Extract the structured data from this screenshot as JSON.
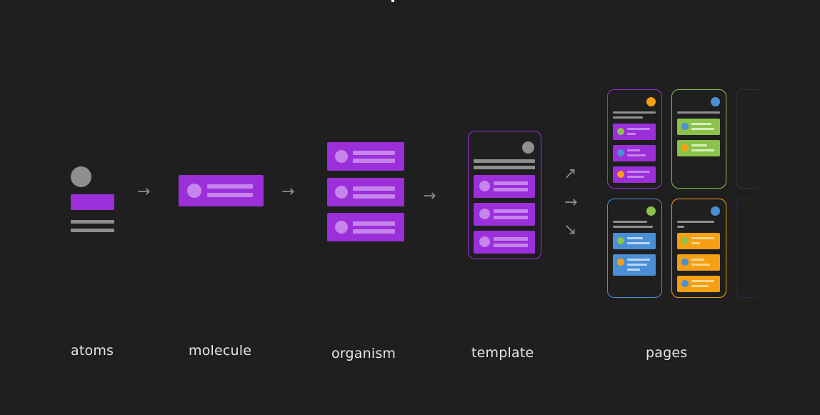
{
  "stages": {
    "atoms": "atoms",
    "molecule": "molecule",
    "organism": "organism",
    "template": "template",
    "pages": "pages"
  },
  "colors": {
    "background": "#1f1f1f",
    "atom_gray": "#8f8f8f",
    "purple": "#9b2fd9",
    "purple_light": "#c685ea",
    "green": "#8bc34a",
    "blue": "#4a8fd6",
    "orange": "#f5a012",
    "arrow": "#8c8c8c"
  },
  "icons": {
    "flow_arrow": "arrow-right-icon",
    "branch_up": "arrow-up-right-icon",
    "branch_down": "arrow-down-right-icon",
    "avatar": "user-avatar-icon"
  }
}
